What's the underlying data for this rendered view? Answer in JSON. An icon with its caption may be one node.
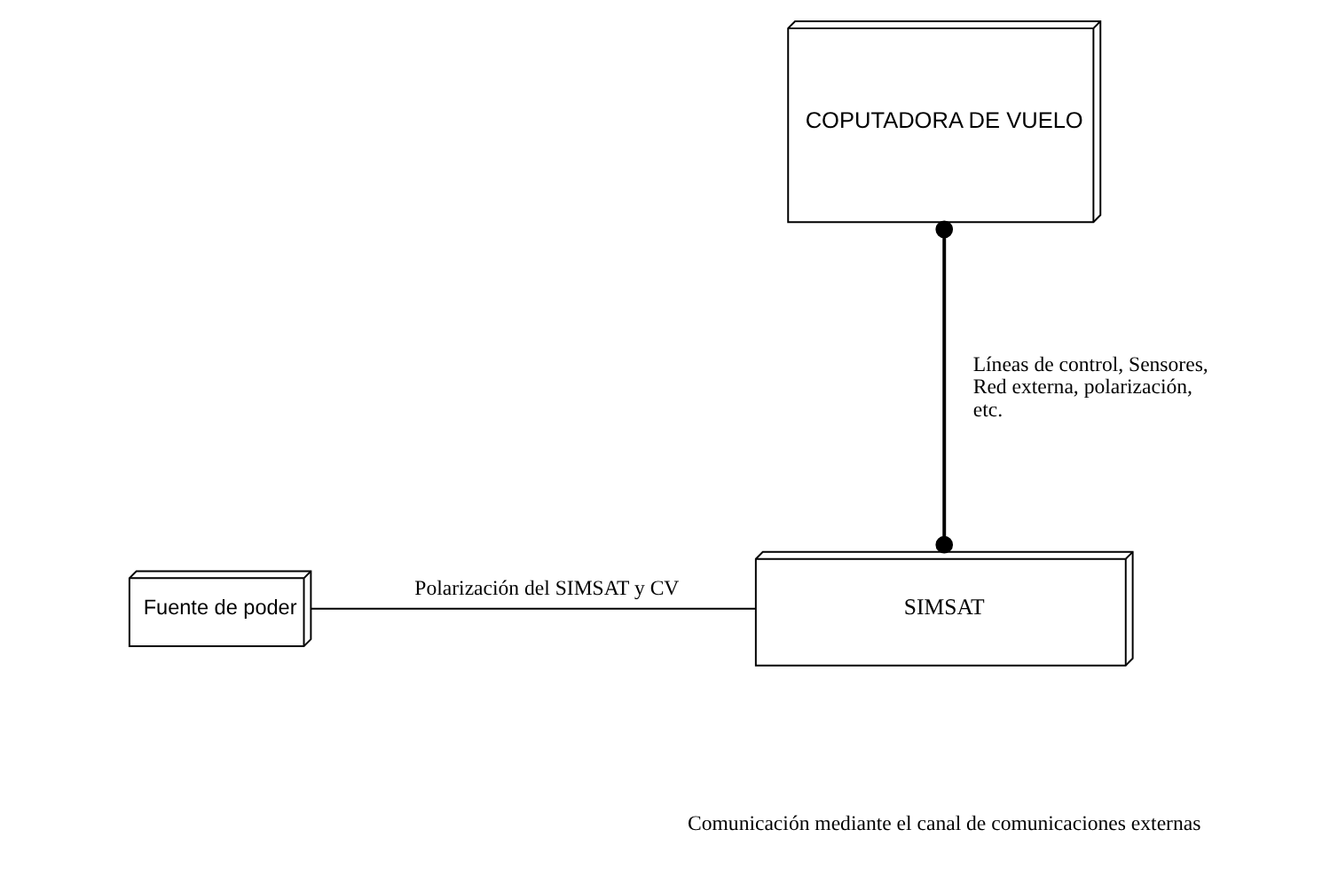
{
  "diagram": {
    "nodes": [
      {
        "text": [
          "COPUTADORA DE VUELO"
        ]
      },
      {
        "text": [
          "SIMSAT"
        ]
      },
      {
        "text": [
          "Fuente de poder"
        ]
      }
    ],
    "edges": [
      {
        "from": 0,
        "to": 1,
        "arrow": "other",
        "label": "Líneas de control, Sensores, Red externa, polarización, etc."
      },
      {
        "from": 2,
        "to": 1,
        "arrow": "none",
        "label": "Polarización del SIMSAT y CV"
      }
    ],
    "labels": [
      "Comunicación mediante el canal de comunicaciones externas"
    ]
  }
}
